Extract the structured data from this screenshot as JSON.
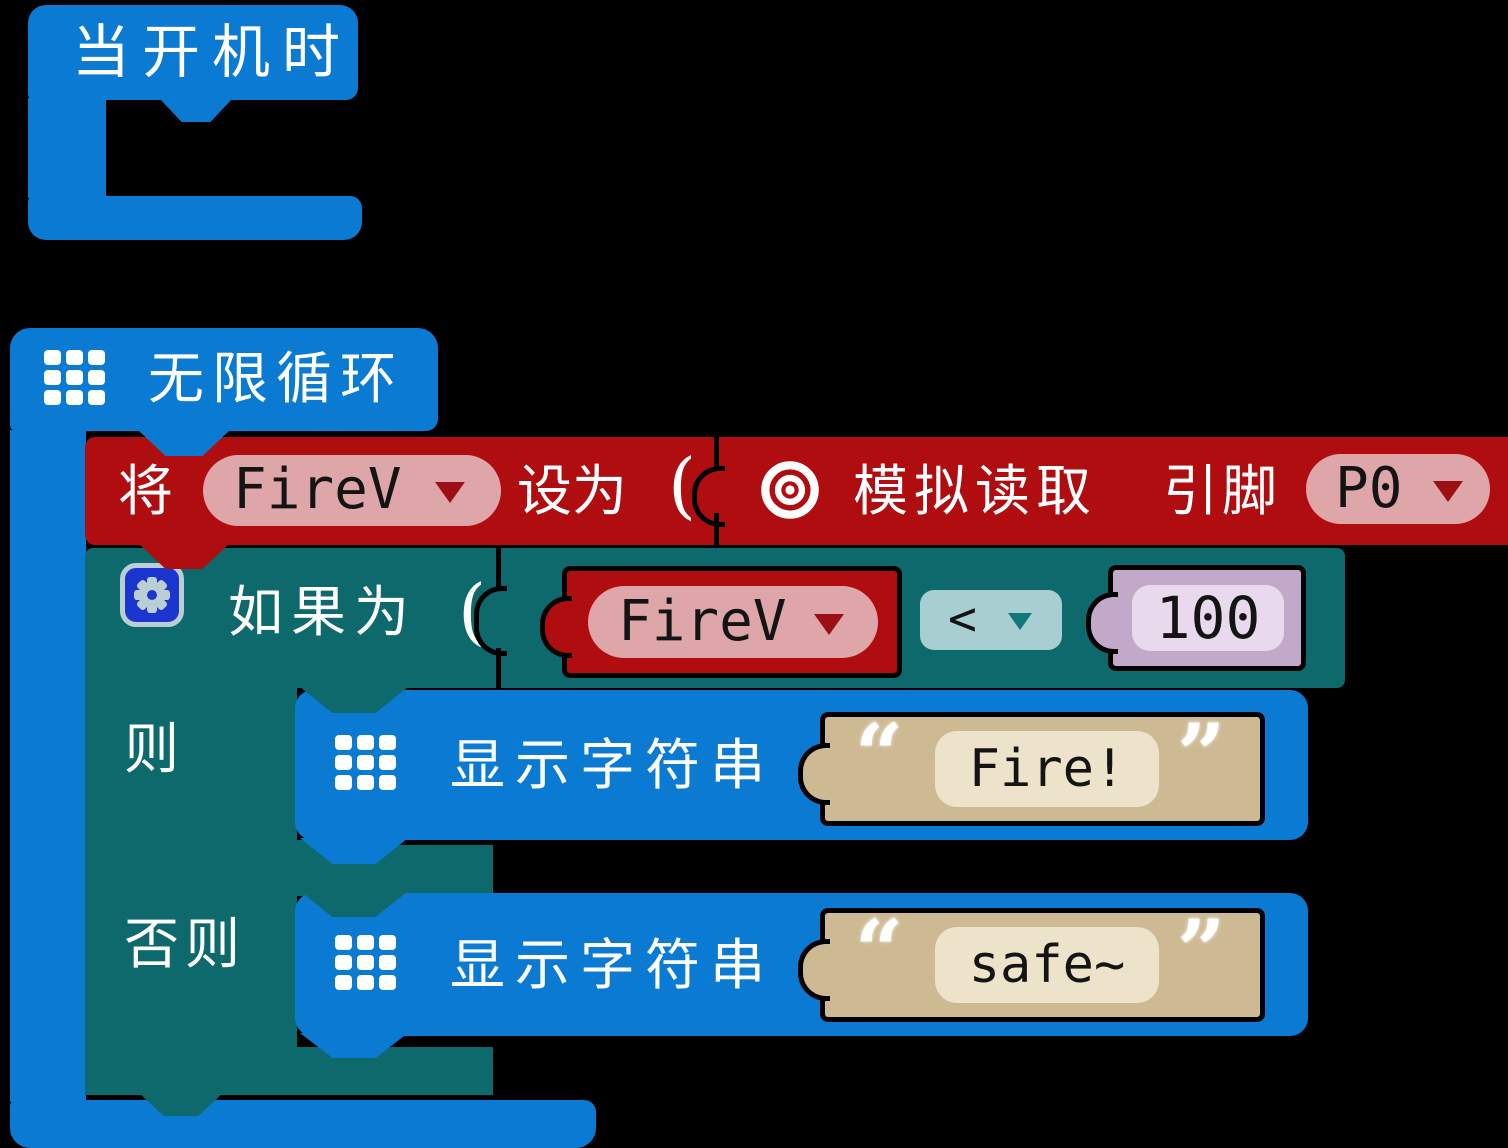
{
  "colors": {
    "canvas_bg": "#000000",
    "event_blue": "#0b7ad3",
    "variable_red": "#b00d10",
    "field_pink": "#dfa6aa",
    "logic_teal": "#0e696c",
    "operator_field_teal": "#a7ced1",
    "math_lavender": "#c3a9c9",
    "math_field_lavender": "#e9d9ed",
    "string_tan": "#cdb992",
    "string_field_tan": "#ece3ca",
    "gear_button_blue": "#1b35cf",
    "gear_glyph": "#b9cfd3"
  },
  "blocks": {
    "on_start": {
      "label": "当开机时"
    },
    "forever": {
      "label": "无限循环"
    },
    "set_variable": {
      "word_prefix": "将",
      "variable_name": "FireV",
      "word_suffix": "设为",
      "open_paren": "("
    },
    "analog_read": {
      "label": "模拟读取",
      "pin_word": "引脚",
      "pin_value": "P0"
    },
    "if_else": {
      "if_word": "如果为",
      "open_paren": "(",
      "then_word": "则",
      "else_word": "否则"
    },
    "condition": {
      "variable_name": "FireV",
      "operator": "<",
      "value": "100"
    },
    "show_string_then": {
      "label": "显示字符串",
      "open_quote": "“",
      "value": "Fire!",
      "close_quote": "”"
    },
    "show_string_else": {
      "label": "显示字符串",
      "open_quote": "“",
      "value": "safe~",
      "close_quote": "”"
    }
  }
}
